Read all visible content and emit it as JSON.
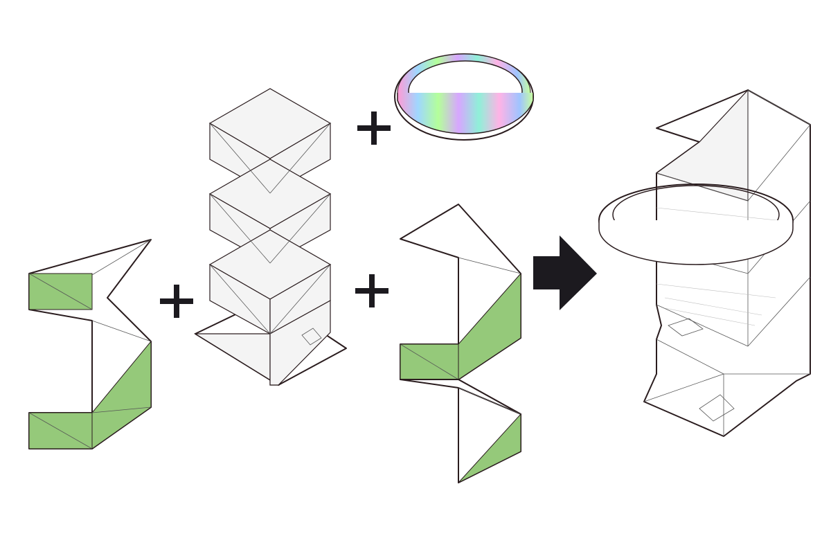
{
  "diagram": {
    "colors": {
      "outline": "#2a1c1e",
      "green": "#95c97a",
      "arrow": "#1c1a1f",
      "face": "#f4f4f4"
    },
    "components": [
      "left-folded-module",
      "stacked-tower",
      "rainbow-ring",
      "right-folded-module",
      "combined-tower"
    ],
    "operators": [
      "plus",
      "plus",
      "plus",
      "arrow"
    ]
  }
}
